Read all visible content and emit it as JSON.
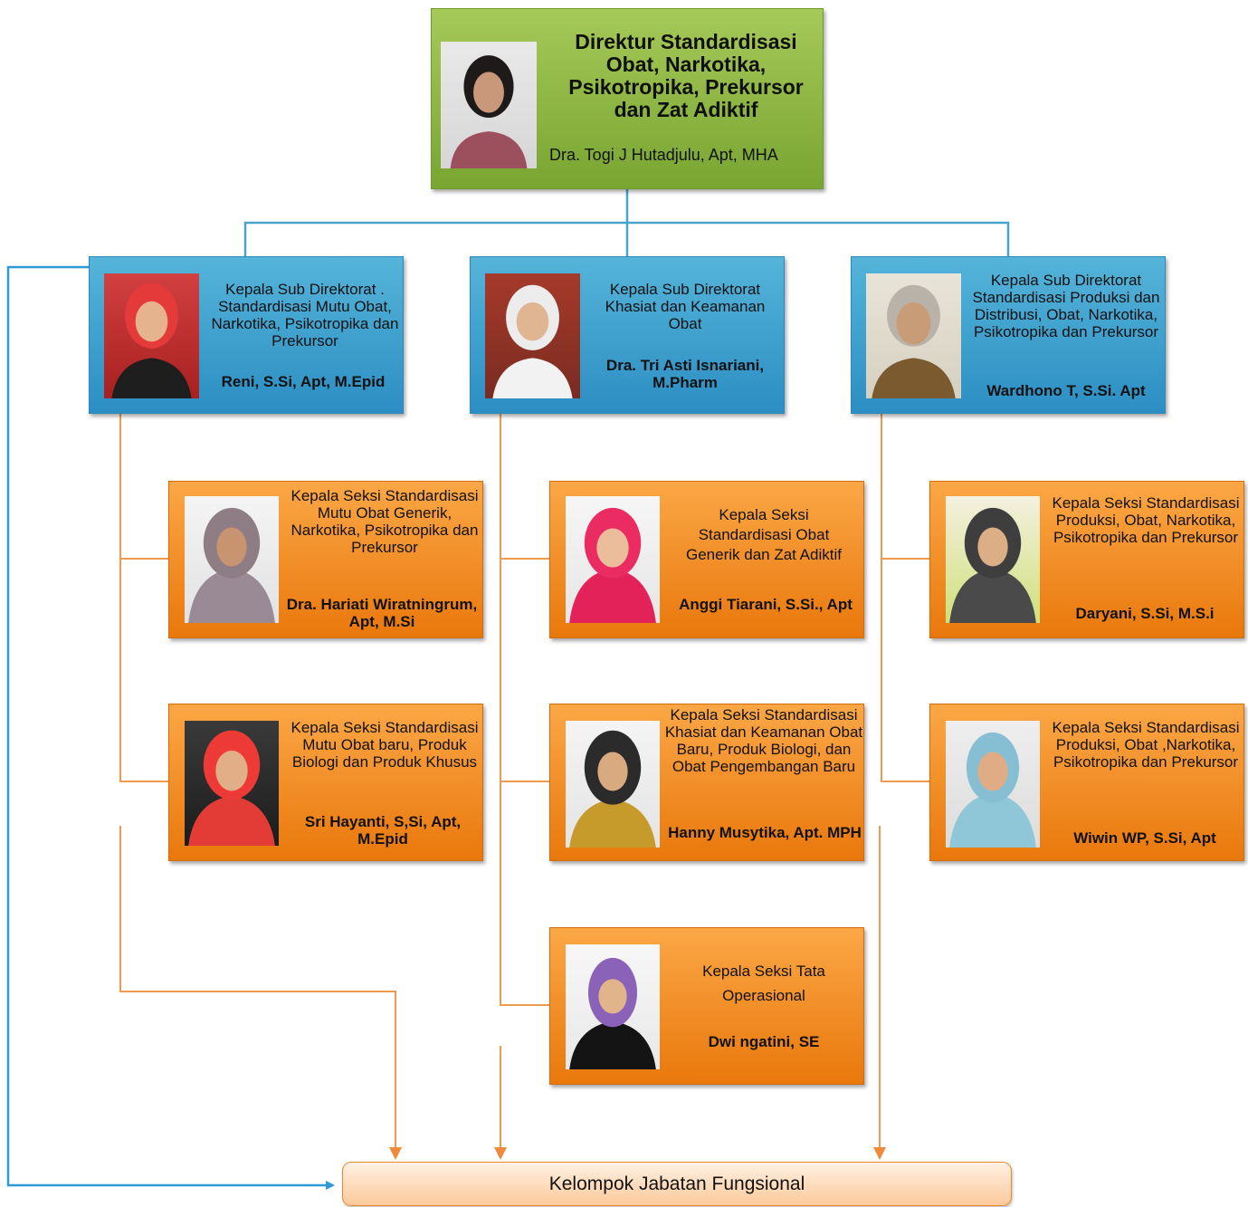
{
  "colors": {
    "director_fill": "#8fb744",
    "subdirectorate_fill": "#3fa1cf",
    "section_fill": "#f38f24",
    "blue_connector": "#4aa3c9",
    "orange_connector": "#ef9a4e",
    "fungsional_border": "#e98a30"
  },
  "director": {
    "title": "Direktur Standardisasi Obat, Narkotika, Psikotropika, Prekursor dan Zat Adiktif",
    "name": "Dra. Togi J Hutadjulu,  Apt, MHA",
    "photo": "portrait-photo"
  },
  "subdirectorates": [
    {
      "title": "Kepala Sub Direktorat . Standardisasi Mutu Obat, Narkotika, Psikotropika dan Prekursor",
      "name": "Reni, S.Si, Apt, M.Epid",
      "photo": "portrait-photo",
      "sections": [
        {
          "title": "Kepala Seksi Standardisasi Mutu Obat Generik, Narkotika, Psikotropika dan Prekursor",
          "name": "Dra. Hariati Wiratningrum, Apt, M.Si",
          "photo": "portrait-photo"
        },
        {
          "title": "Kepala Seksi Standardisasi Mutu Obat baru, Produk Biologi dan Produk Khusus",
          "name": "Sri Hayanti, S,Si, Apt, M.Epid",
          "photo": "portrait-photo"
        }
      ]
    },
    {
      "title": "Kepala Sub Direktorat Khasiat dan Keamanan Obat",
      "name": "Dra. Tri Asti Isnariani, M.Pharm",
      "photo": "portrait-photo",
      "sections": [
        {
          "title": "Kepala Seksi Standardisasi Obat Generik dan Zat Adiktif",
          "name": "Anggi Tiarani, S.Si., Apt",
          "photo": "portrait-photo"
        },
        {
          "title": "Kepala Seksi Standardisasi Khasiat dan Keamanan Obat Baru, Produk Biologi, dan Obat Pengembangan Baru",
          "name": "Hanny Musytika, Apt. MPH",
          "photo": "portrait-photo"
        },
        {
          "title": "Kepala Seksi Tata Operasional",
          "name": "Dwi ngatini, SE",
          "photo": "portrait-photo"
        }
      ]
    },
    {
      "title": "Kepala Sub Direktorat Standardisasi Produksi dan Distribusi, Obat, Narkotika, Psikotropika dan Prekursor",
      "name": "Wardhono T, S.Si. Apt",
      "photo": "portrait-photo",
      "sections": [
        {
          "title": "Kepala Seksi Standardisasi Produksi, Obat, Narkotika, Psikotropika dan Prekursor",
          "name": "Daryani, S.Si, M.S.i",
          "photo": "portrait-photo"
        },
        {
          "title": "Kepala Seksi Standardisasi Produksi, Obat ,Narkotika, Psikotropika dan Prekursor",
          "name": "Wiwin WP, S.Si, Apt",
          "photo": "portrait-photo"
        }
      ]
    }
  ],
  "fungsional": {
    "label": "Kelompok Jabatan Fungsional"
  }
}
